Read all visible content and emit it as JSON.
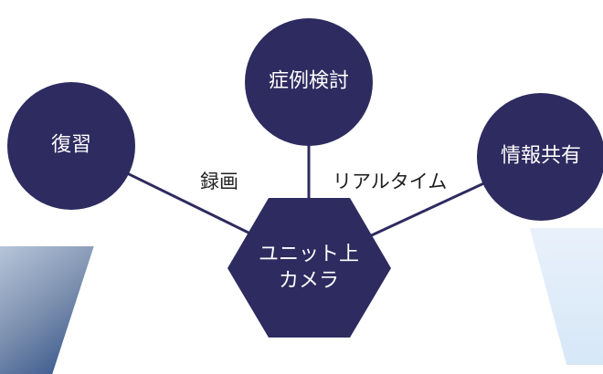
{
  "diagram": {
    "nodes": [
      {
        "id": "review",
        "label": "復習"
      },
      {
        "id": "case-study",
        "label": "症例検討"
      },
      {
        "id": "info-share",
        "label": "情報共有"
      },
      {
        "id": "camera",
        "label_line1": "ユニット上",
        "label_line2": "カメラ"
      }
    ],
    "edges": [
      {
        "from": "camera",
        "to": "review",
        "label": "録画"
      },
      {
        "from": "camera",
        "to": "case-study",
        "label": ""
      },
      {
        "from": "camera",
        "to": "info-share",
        "label": "リアルタイム"
      }
    ]
  },
  "colors": {
    "node_fill": "#2d2b5f",
    "line": "#2d2b5f",
    "label_text": "#1f1f1f",
    "node_text": "#ffffff"
  }
}
